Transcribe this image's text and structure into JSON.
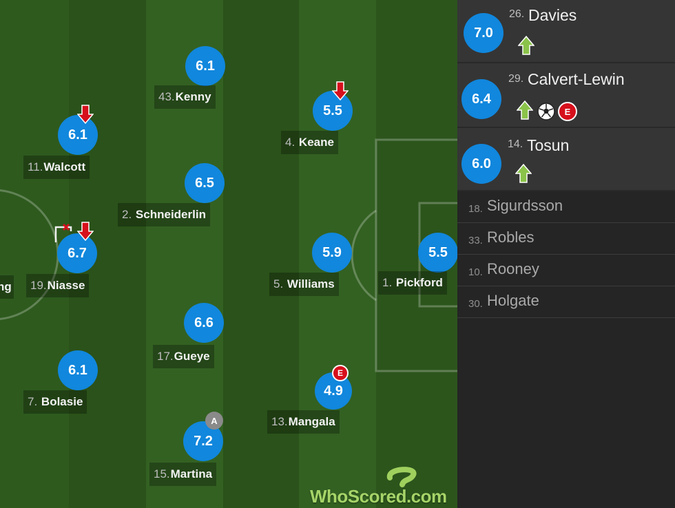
{
  "brand": {
    "name": "WhoScored.com"
  },
  "colors": {
    "rating": "#1187dd",
    "pitch_dark": "#2b531b",
    "pitch_light": "#336122",
    "sub_on": "#8bc34a",
    "sub_off": "#d6101c"
  },
  "players": [
    {
      "num": "43.",
      "name": "Kenny",
      "rating": "6.1",
      "events": []
    },
    {
      "num": "4.",
      "name": "Keane",
      "rating": "5.5",
      "events": [
        "sub-off-icon"
      ]
    },
    {
      "num": "11.",
      "name": "Walcott",
      "rating": "6.1",
      "events": [
        "sub-off-icon"
      ]
    },
    {
      "num": "2.",
      "name": "Schneiderlin",
      "rating": "6.5",
      "events": []
    },
    {
      "num": "19.",
      "name": "Niasse",
      "rating": "6.7",
      "events": [
        "missed-chance-icon",
        "sub-off-icon"
      ]
    },
    {
      "num": "5.",
      "name": "Williams",
      "rating": "5.9",
      "events": []
    },
    {
      "num": "1.",
      "name": "Pickford",
      "rating": "5.5",
      "events": []
    },
    {
      "num": "17.",
      "name": "Gueye",
      "rating": "6.6",
      "events": []
    },
    {
      "num": "7.",
      "name": "Bolasie",
      "rating": "6.1",
      "events": []
    },
    {
      "num": "13.",
      "name": "Mangala",
      "rating": "4.9",
      "events": [
        "error-icon"
      ],
      "badge": "E"
    },
    {
      "num": "15.",
      "name": "Martina",
      "rating": "7.2",
      "events": [
        "assist-icon"
      ],
      "badge": "A"
    }
  ],
  "partial_player": {
    "name": "ng"
  },
  "subs_used": [
    {
      "num": "26.",
      "name": "Davies",
      "rating": "7.0",
      "events": [
        "sub-on-icon"
      ]
    },
    {
      "num": "29.",
      "name": "Calvert-Lewin",
      "rating": "6.4",
      "events": [
        "sub-on-icon",
        "goal-icon",
        "error-icon"
      ],
      "badge": "E"
    },
    {
      "num": "14.",
      "name": "Tosun",
      "rating": "6.0",
      "events": [
        "sub-on-icon"
      ]
    }
  ],
  "subs_unused": [
    {
      "num": "18.",
      "name": "Sigurdsson"
    },
    {
      "num": "33.",
      "name": "Robles"
    },
    {
      "num": "10.",
      "name": "Rooney"
    },
    {
      "num": "30.",
      "name": "Holgate"
    }
  ]
}
